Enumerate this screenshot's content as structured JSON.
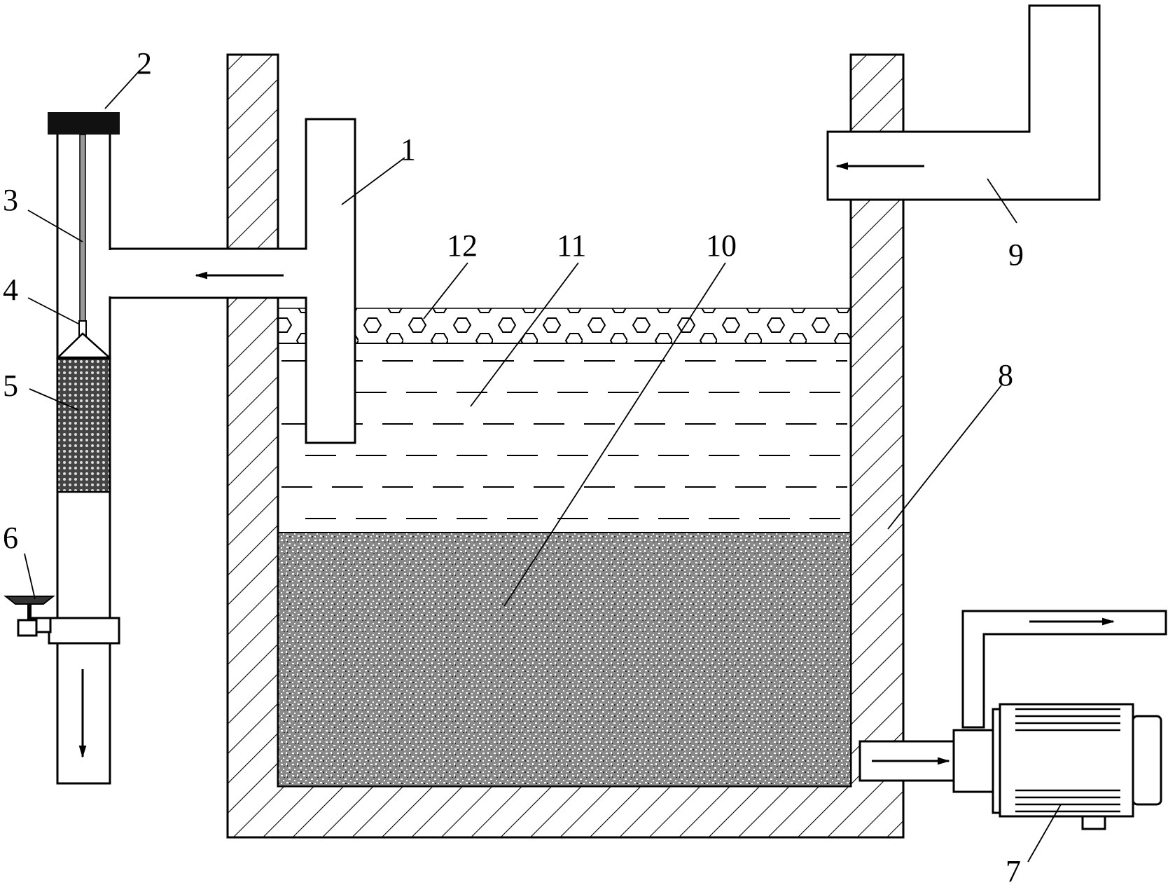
{
  "labels": {
    "l1": "1",
    "l2": "2",
    "l3": "3",
    "l4": "4",
    "l5": "5",
    "l6": "6",
    "l7": "7",
    "l8": "8",
    "l9": "9",
    "l10": "10",
    "l11": "11",
    "l12": "12"
  },
  "colors": {
    "line": "#000000",
    "background": "#ffffff",
    "sediment": "#808080"
  }
}
